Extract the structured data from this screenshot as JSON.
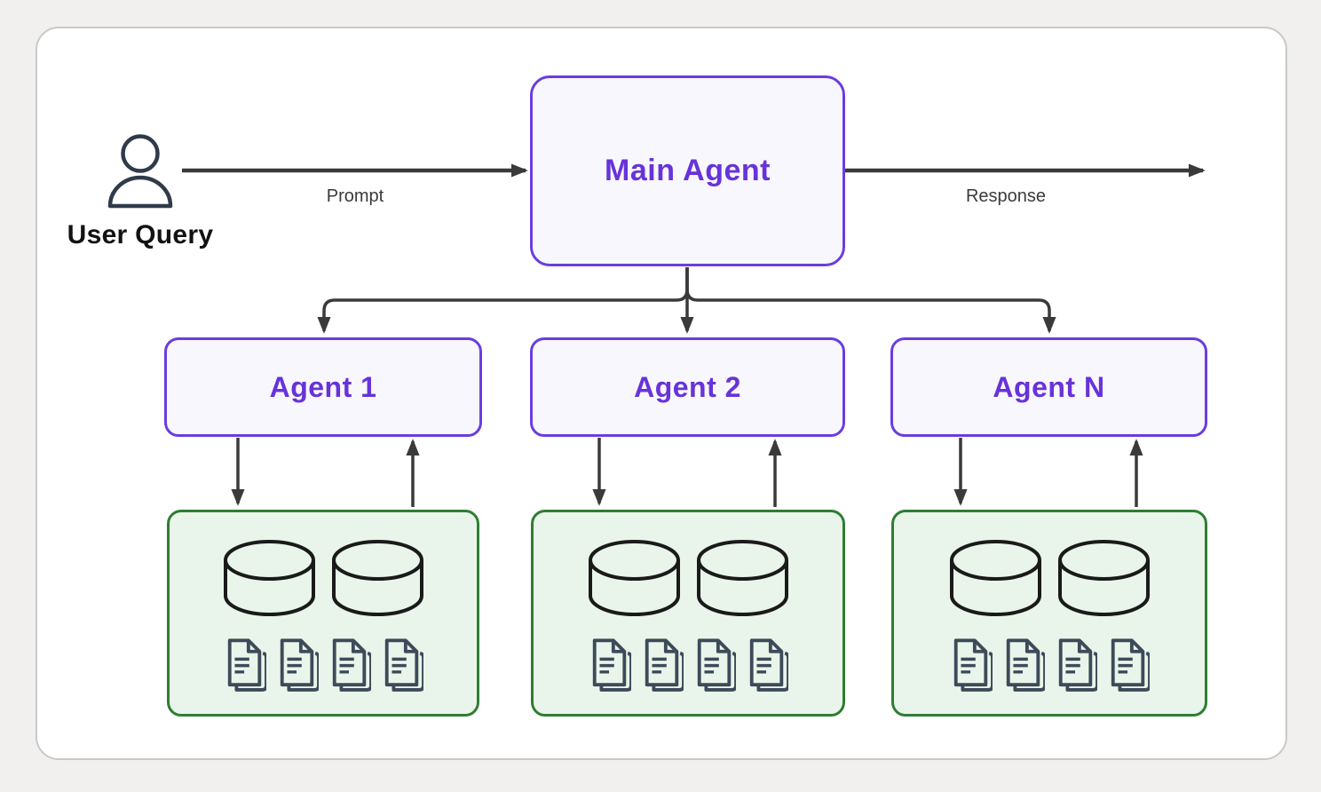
{
  "diagram": {
    "user": {
      "label": "User Query",
      "icon": "person-icon"
    },
    "flow": {
      "prompt_label": "Prompt",
      "response_label": "Response"
    },
    "main_agent": {
      "label": "Main Agent"
    },
    "agents": [
      {
        "label": "Agent 1"
      },
      {
        "label": "Agent 2"
      },
      {
        "label": "Agent N"
      }
    ],
    "knowledge_bases": [
      {
        "name": "knowledge-base-1",
        "database_icons": 2,
        "document_icons": 4
      },
      {
        "name": "knowledge-base-2",
        "database_icons": 2,
        "document_icons": 4
      },
      {
        "name": "knowledge-base-3",
        "database_icons": 2,
        "document_icons": 4
      }
    ],
    "colors": {
      "page_background": "#f1f0ee",
      "card_background": "#ffffff",
      "card_border": "#c9c9c9",
      "agent_border": "#6a3de0",
      "agent_fill": "#f8f7fd",
      "agent_text": "#6733d9",
      "kb_border": "#2f7d33",
      "kb_fill": "#e9f5ea",
      "arrow": "#3a3a3a",
      "edge_label_text": "#3a3a3a",
      "user_text": "#121212",
      "database_icon_stroke": "#1a1a1a",
      "document_icon_stroke": "#3d4a59",
      "person_icon_stroke": "#2f3b4a"
    }
  }
}
